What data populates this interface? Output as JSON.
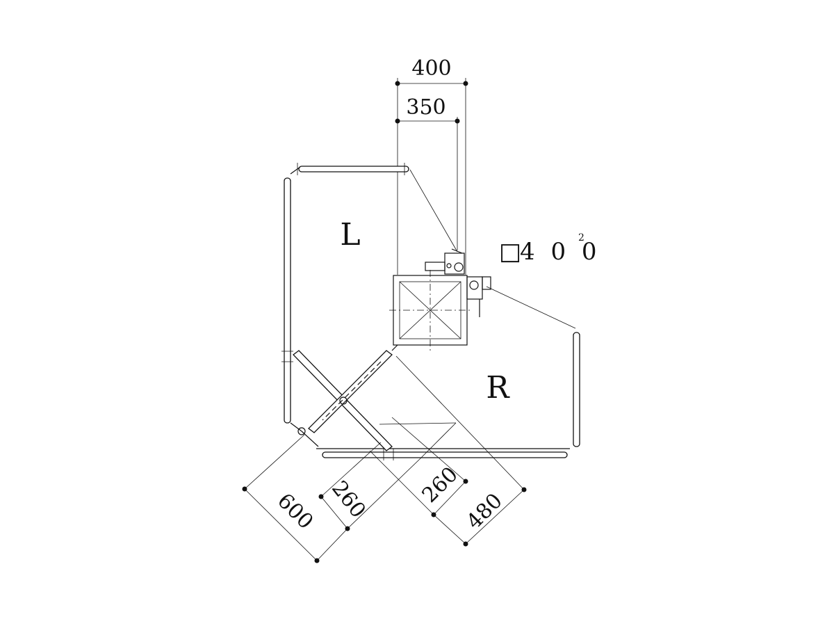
{
  "region_labels": {
    "left": "L",
    "right": "R"
  },
  "dimensions": {
    "top_outer": "400",
    "top_inner": "350",
    "diag_600": "600",
    "diag_260_left": "260",
    "diag_260_right": "260",
    "diag_480": "480"
  },
  "column_note": {
    "symbol": "□",
    "value": "4 0 0",
    "superscript": "2"
  }
}
